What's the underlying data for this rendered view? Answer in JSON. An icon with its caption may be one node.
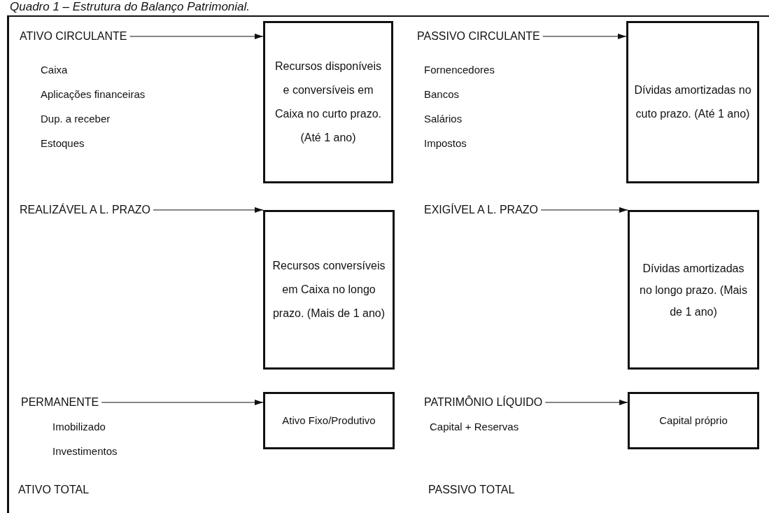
{
  "diagram": {
    "title": "Quadro 1 – Estrutura do Balanço Patrimonial.",
    "nodes": [
      {
        "text": [
          "ATIVO CIRCULANTE"
        ]
      },
      {
        "text": [
          "Recursos disponíveis e conversíveis em Caixa no curto prazo. (Até 1 ano)"
        ]
      },
      {
        "text": [
          "PASSIVO CIRCULANTE"
        ]
      },
      {
        "text": [
          "Dívidas amortizadas no cuto prazo. (Até 1 ano)"
        ]
      },
      {
        "text": [
          "REALIZÁVEL A L. PRAZO"
        ]
      },
      {
        "text": [
          "Recursos conversíveis em Caixa no longo prazo. (Mais de 1 ano)"
        ]
      },
      {
        "text": [
          "EXIGÍVEL A L. PRAZO"
        ]
      },
      {
        "text": [
          "Dívidas amortizadas no longo prazo. (Mais de 1 ano)"
        ]
      },
      {
        "text": [
          "PERMANENTE"
        ]
      },
      {
        "text": [
          "Ativo Fixo/Produtivo"
        ]
      },
      {
        "text": [
          "PATRIMÔNIO LÍQUIDO"
        ]
      },
      {
        "text": [
          "Capital próprio"
        ]
      }
    ],
    "edges": [
      {
        "from": 0,
        "to": 1,
        "arrow": "to"
      },
      {
        "from": 2,
        "to": 3,
        "arrow": "to"
      },
      {
        "from": 4,
        "to": 5,
        "arrow": "to"
      },
      {
        "from": 6,
        "to": 7,
        "arrow": "to"
      },
      {
        "from": 8,
        "to": 9,
        "arrow": "to"
      },
      {
        "from": 10,
        "to": 11,
        "arrow": "to"
      }
    ],
    "labels": [
      "Caixa",
      "Aplicações financeiras",
      "Dup. a receber",
      "Estoques",
      "Fornencedores",
      "Bancos",
      "Salários",
      "Impostos",
      "Imobilizado",
      "Investimentos",
      "Capital + Reservas",
      "ATIVO TOTAL",
      "PASSIVO TOTAL"
    ]
  }
}
